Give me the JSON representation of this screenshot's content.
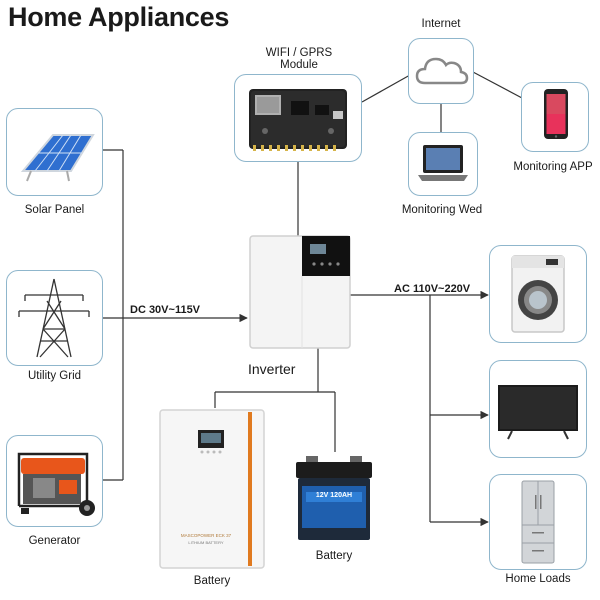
{
  "title": "Home Appliances",
  "labels": {
    "internet": "Internet",
    "wifi": "WIFI / GPRS\nModule",
    "monitoring_app": "Monitoring APP",
    "monitoring_web": "Monitoring Wed",
    "solar_panel": "Solar Panel",
    "utility_grid": "Utility Grid",
    "generator": "Generator",
    "inverter": "Inverter",
    "battery_pack": "Battery",
    "battery": "Battery",
    "home_loads": "Home Loads"
  },
  "flows": {
    "dc": "DC 30V~115V",
    "ac": "AC 110V~220V"
  },
  "device_text": {
    "battery_cell": "12V 120AH",
    "battery_pack_brand": "MASCOPOWER ECK 37",
    "battery_pack_type": "LITHIUM BATTERY"
  },
  "colors": {
    "box_border": "#8fb6cc",
    "line": "#333333",
    "battery_accent": "#e07a1f",
    "solar_blue": "#2f6fd0",
    "generator_orange": "#e8561b"
  }
}
